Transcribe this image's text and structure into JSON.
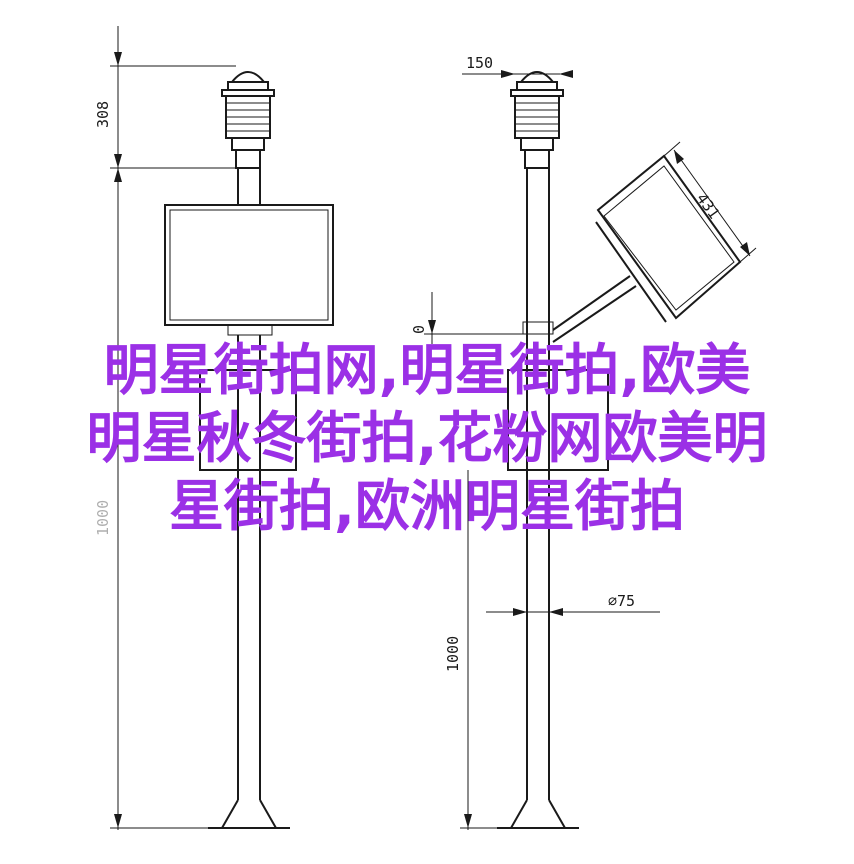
{
  "drawing": {
    "dimensions": {
      "sensor_height": "308",
      "sensor_width": "150",
      "panel_length": "431",
      "pole_diameter": "⌀75",
      "pole_height": "1000",
      "bracket_offset": "0",
      "left_partial_label": "1000"
    }
  },
  "overlay": {
    "color": "#9b30e6",
    "lines": [
      "明星街拍网,明星街拍,欧美",
      "明星秋冬街拍,花粉网欧美明",
      "星街拍,欧洲明星街拍"
    ]
  }
}
